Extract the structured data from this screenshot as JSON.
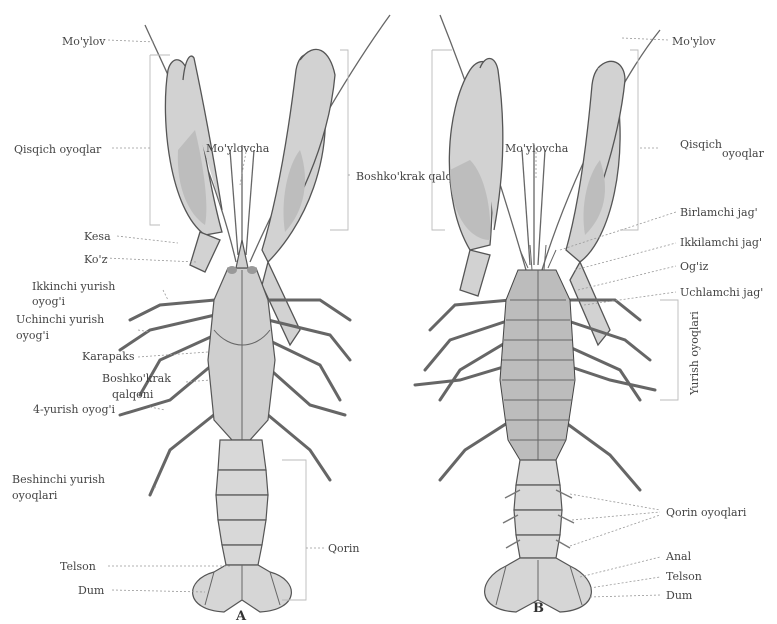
{
  "figure_a": {
    "letter": "A",
    "labels": {
      "antenna": "Mo'ylov",
      "pincer_legs": "Qisqich oyoqlar",
      "antennule": "Mo'ylovcha",
      "cephalothorax": "Boshko'krak qalqoni",
      "eye_stalk": "Kesa",
      "eye": "Ko'z",
      "second_walking_leg_1": "Ikkinchi yurish",
      "second_walking_leg_2": "oyog'i",
      "third_walking_leg_1": "Uchinchi yurish",
      "third_walking_leg_2": "oyog'i",
      "carapace": "Karapaks",
      "cephalothorax_2_1": "Boshko'krak",
      "cephalothorax_2_2": "qalqoni",
      "fourth_walking_leg": "4-yurish oyog'i",
      "fifth_walking_legs_1": "Beshinchi yurish",
      "fifth_walking_legs_2": "oyoqlari",
      "abdomen": "Qorin",
      "telson": "Telson",
      "tail": "Dum"
    }
  },
  "figure_b": {
    "letter": "B",
    "labels": {
      "antenna": "Mo'ylov",
      "pincer_legs_1": "Qisqich",
      "pincer_legs_2": "oyoqlar",
      "antennule": "Mo'ylovcha",
      "first_jaw": "Birlamchi jag'",
      "second_jaw": "Ikkilamchi jag'",
      "mouth": "Og'iz",
      "third_jaw": "Uchlamchi jag'",
      "walking_legs": "Yurish oyoqlari",
      "abdominal_legs": "Qorin oyoqlari",
      "anus": "Anal",
      "telson": "Telson",
      "tail": "Dum"
    }
  }
}
